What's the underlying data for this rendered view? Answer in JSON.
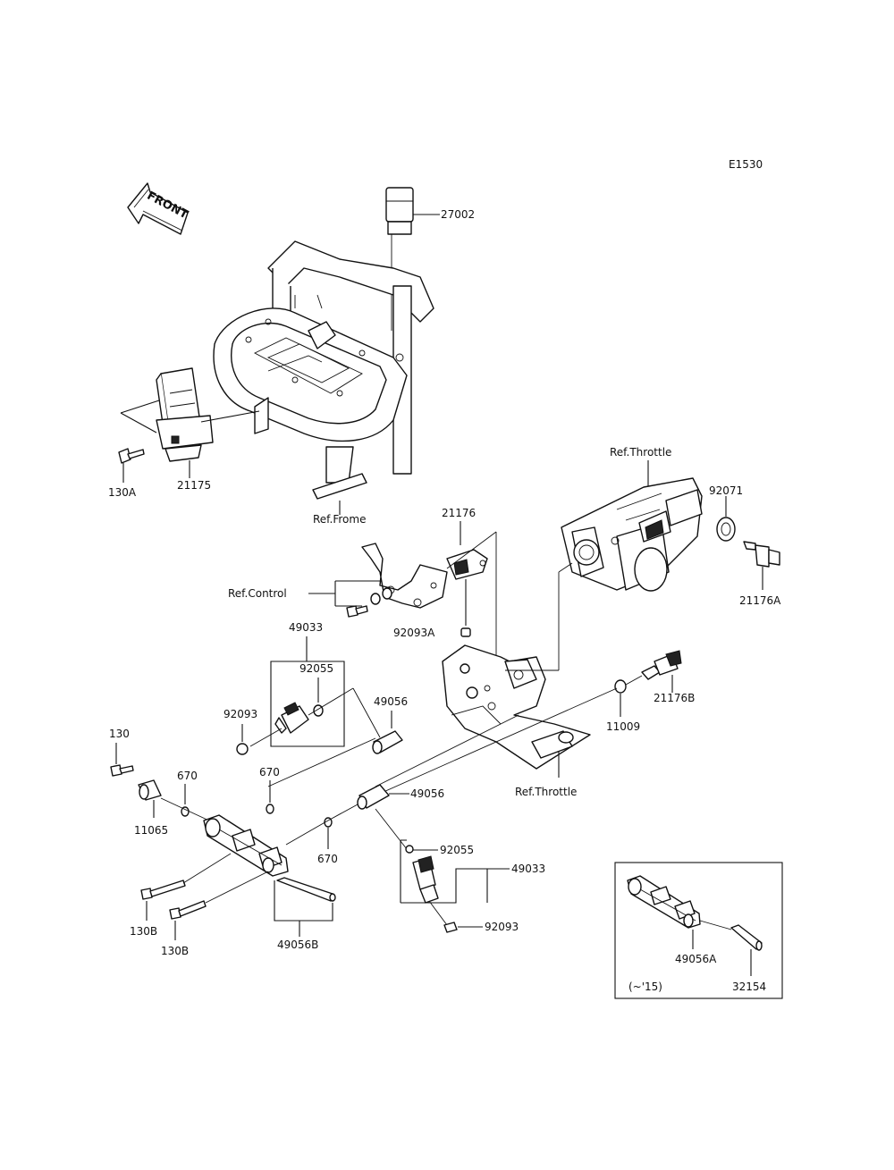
{
  "diagram_code": "E1530",
  "front_label": "FRONT",
  "parts": {
    "p27002": "27002",
    "p130A": "130A",
    "p21175": "21175",
    "ref_frame": "Ref.Frome",
    "ref_throttle_top": "Ref.Throttle",
    "p92071": "92071",
    "p21176": "21176",
    "p21176A": "21176A",
    "ref_control": "Ref.Control",
    "p92093A": "92093A",
    "p49033_top": "49033",
    "p92055_top": "92055",
    "p92093_top": "92093",
    "p49056_top": "49056",
    "p21176B": "21176B",
    "p11009": "11009",
    "p130": "130",
    "p670_a": "670",
    "p670_b": "670",
    "p11065": "11065",
    "ref_throttle_bottom": "Ref.Throttle",
    "p49056_mid": "49056",
    "p670_c": "670",
    "p92055_bottom": "92055",
    "p49033_bottom": "49033",
    "p130B_a": "130B",
    "p130B_b": "130B",
    "p49056B": "49056B",
    "p92093_bottom": "92093",
    "p49056A": "49056A",
    "p32154": "32154",
    "inset_note": "(~'15)"
  }
}
